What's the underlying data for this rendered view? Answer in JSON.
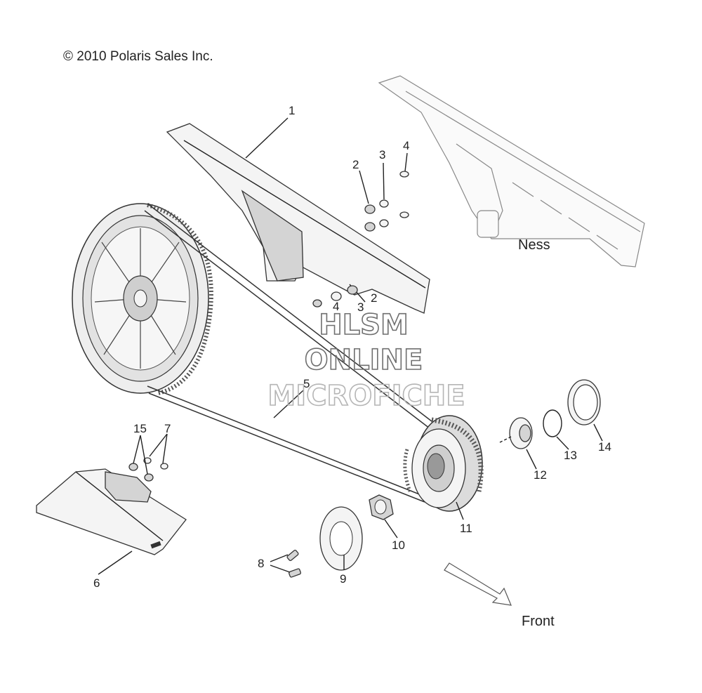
{
  "copyright": "© 2010 Polaris Sales Inc.",
  "variant_label": "Ness",
  "direction_label": "Front",
  "watermark": {
    "line1": "HLSM",
    "line2": "ONLINE",
    "line3": "MICROFICHE"
  },
  "callouts": [
    "1",
    "2",
    "3",
    "4",
    "5",
    "6",
    "7",
    "8",
    "9",
    "10",
    "11",
    "12",
    "13",
    "14",
    "15"
  ],
  "hidden_callouts": [
    "4",
    "3",
    "2"
  ]
}
